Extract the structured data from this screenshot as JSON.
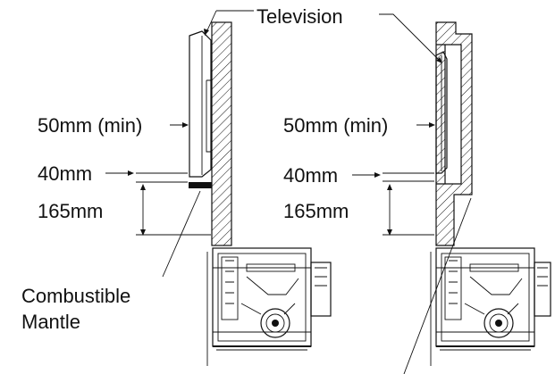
{
  "labels": {
    "television": "Television",
    "gap_tv_left": "50mm (min)",
    "gap_tv_right": "50mm (min)",
    "gap_mantle_left": "40mm",
    "gap_mantle_right": "40mm",
    "height_left": "165mm",
    "height_right": "165mm",
    "combustible_line1": "Combustible",
    "combustible_line2": "Mantle"
  }
}
